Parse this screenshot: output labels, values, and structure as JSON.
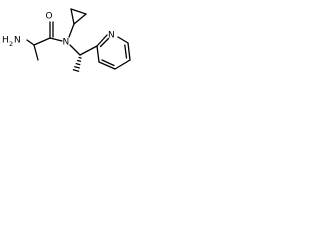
{
  "structure": {
    "atoms": {
      "amine_h": "H",
      "amine_sub": "2",
      "amine_n": "N",
      "carbonyl_o": "O",
      "amide_n": "N",
      "pyridine_n": "N"
    },
    "colors": {
      "bond": "#000000",
      "text": "#000000",
      "background": "#ffffff"
    }
  }
}
